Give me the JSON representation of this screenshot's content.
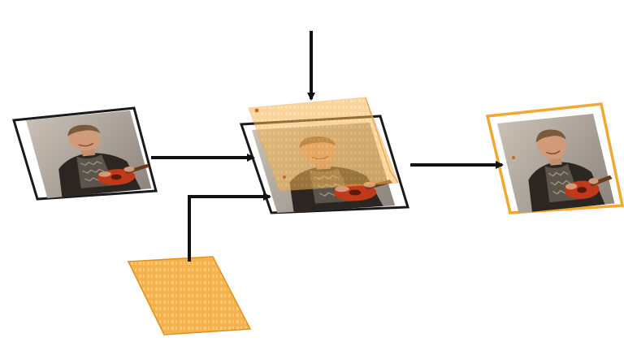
{
  "diagram": {
    "nodes": [
      {
        "id": "source-photo",
        "kind": "photo"
      },
      {
        "id": "pattern-sheet",
        "kind": "pattern"
      },
      {
        "id": "combined-photo",
        "kind": "photo-with-overlay"
      },
      {
        "id": "output-photo",
        "kind": "photo-framed"
      }
    ],
    "edges": [
      {
        "from": "top-input",
        "to": "combined-photo"
      },
      {
        "from": "source-photo",
        "to": "combined-photo"
      },
      {
        "from": "pattern-sheet",
        "to": "combined-photo"
      },
      {
        "from": "combined-photo",
        "to": "output-photo"
      }
    ],
    "colors": {
      "pattern": "#f5a623",
      "pattern_stroke": "#e0901a",
      "frame_dark": "#1a1a1a",
      "frame_output": "#f0a830",
      "arrow": "#111111"
    }
  }
}
